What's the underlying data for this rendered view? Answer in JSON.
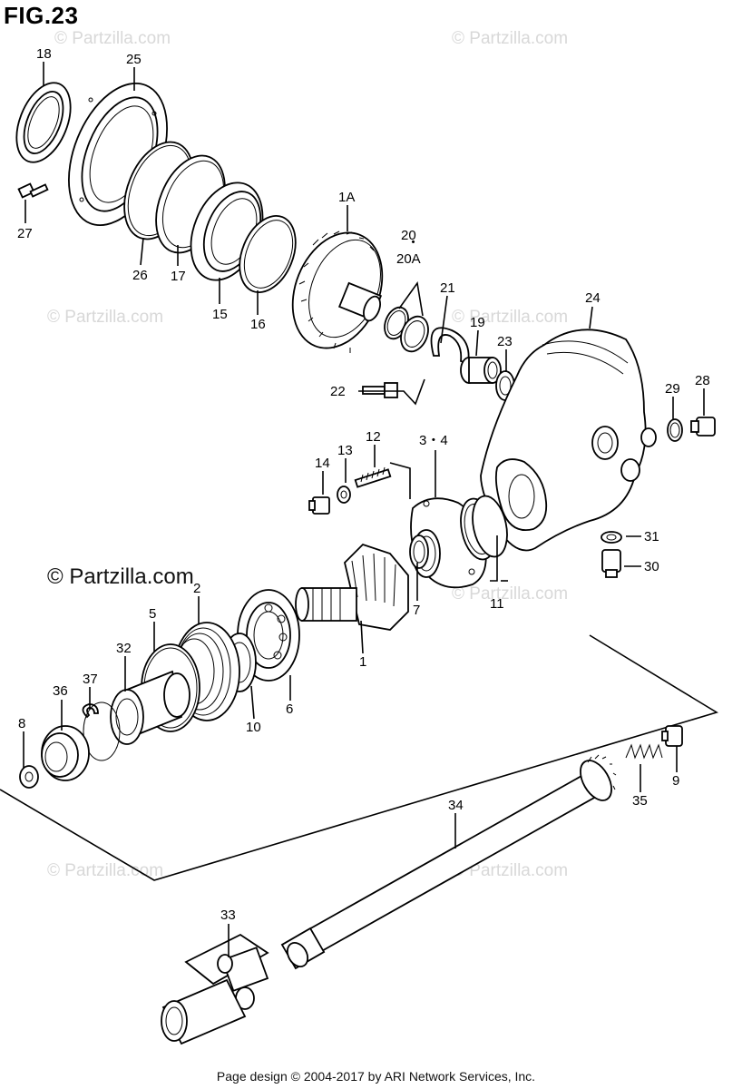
{
  "figure": {
    "title": "FIG.23"
  },
  "brand": "© Partzilla.com",
  "watermark": "© Partzilla.com",
  "footer": "Page design © 2004-2017 by ARI Network Services, Inc.",
  "callouts": {
    "p18": "18",
    "p25": "25",
    "p27": "27",
    "p26": "26",
    "p17": "17",
    "p15": "15",
    "p16": "16",
    "p1A": "1A",
    "p20": "20",
    "p20A": "20A",
    "p21": "21",
    "p19": "19",
    "p23": "23",
    "p24": "24",
    "p22": "22",
    "p29": "29",
    "p28": "28",
    "p12": "12",
    "p13": "13",
    "p14": "14",
    "p34a": "3・4",
    "p31": "31",
    "p30": "30",
    "p2": "2",
    "p5": "5",
    "p32": "32",
    "p37": "37",
    "p36": "36",
    "p8": "8",
    "p10": "10",
    "p6": "6",
    "p1": "1",
    "p7": "7",
    "p11": "11",
    "p9": "9",
    "p35": "35",
    "p34": "34",
    "p33": "33"
  }
}
